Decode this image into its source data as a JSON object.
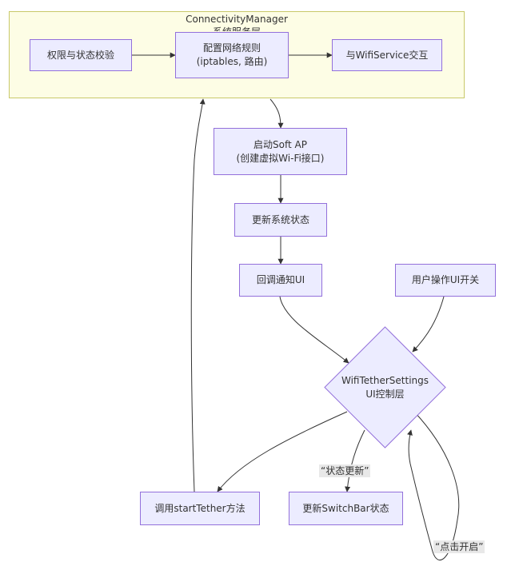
{
  "subgraph": {
    "title": "ConnectivityManager",
    "subtitle": "系统服务层"
  },
  "nodes": {
    "permission_check": "权限与状态校验",
    "config_network": [
      "配置网络规则",
      "(iptables, 路由)"
    ],
    "wifi_service": "与WifiService交互",
    "start_softap": [
      "启动Soft AP",
      "(创建虚拟Wi-Fi接口)"
    ],
    "update_system_state": "更新系统状态",
    "callback_ui": "回调通知UI",
    "user_toggle": "用户操作UI开关",
    "wifi_tether_settings": [
      "WifiTetherSettings",
      "UI控制层"
    ],
    "call_start_tether": "调用startTether方法",
    "update_switchbar": "更新SwitchBar状态"
  },
  "edge_labels": {
    "state_update": "“状态更新”",
    "click_enable": "“点击开启”"
  }
}
